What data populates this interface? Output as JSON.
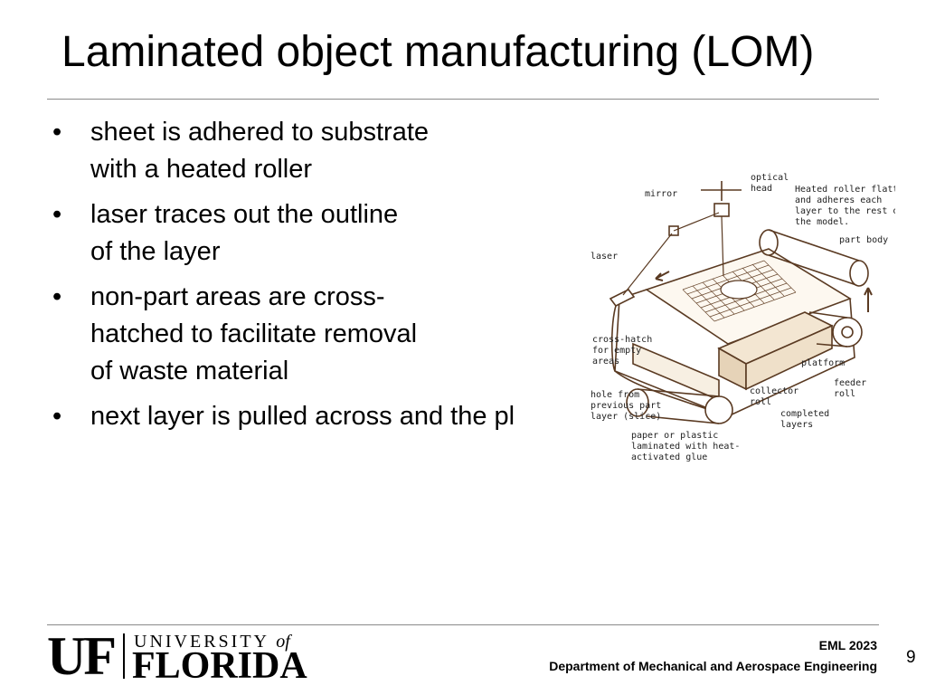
{
  "slide": {
    "title": "Laminated object manufacturing (LOM)",
    "bullets": [
      {
        "lines": [
          "sheet is adhered to substrate",
          "with a heated roller"
        ]
      },
      {
        "lines": [
          "laser traces out the outline",
          "of the layer"
        ]
      },
      {
        "lines": [
          "non-part areas are cross-",
          "hatched to facilitate removal",
          "of waste material"
        ]
      },
      {
        "lines": [
          "next layer is pulled across and the pl"
        ]
      }
    ],
    "bullet_char": "•"
  },
  "figure": {
    "labels": {
      "mirror": "mirror",
      "optical_head_1": "optical",
      "optical_head_2": "head",
      "heated_1": "Heated roller flattens",
      "heated_2": "and adheres each",
      "heated_3": "layer to the rest of",
      "heated_4": "the model.",
      "part_body": "part body",
      "laser": "laser",
      "cross_1": "cross-hatch",
      "cross_2": "for empty",
      "cross_3": "areas",
      "platform": "platform",
      "hole_1": "hole from",
      "hole_2": "previous part",
      "hole_3": "layer (slice)",
      "collector_1": "collector",
      "collector_2": "roll",
      "feeder_1": "feeder",
      "feeder_2": "roll",
      "completed_1": "completed",
      "completed_2": "layers",
      "paper_1": "paper or plastic",
      "paper_2": "laminated with heat-",
      "paper_3": "activated glue"
    }
  },
  "footer": {
    "logo_uf": "UF",
    "logo_university": "UNIVERSITY",
    "logo_of": "of",
    "logo_florida": "FLORIDA",
    "course": "EML 2023",
    "department": "Department of Mechanical and Aerospace Engineering",
    "page_number": "9"
  }
}
